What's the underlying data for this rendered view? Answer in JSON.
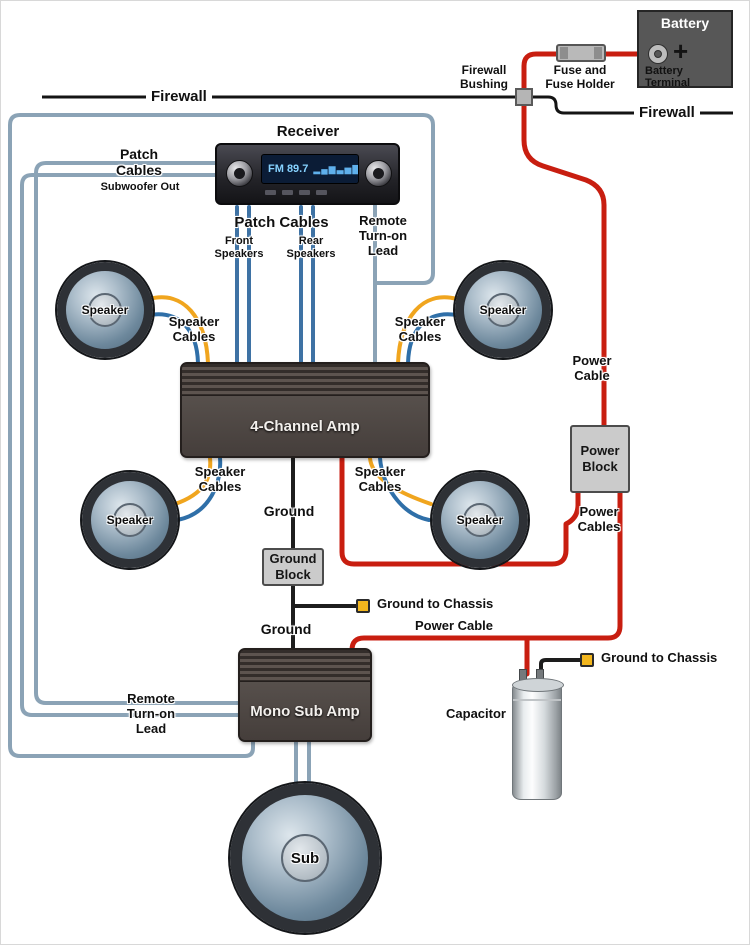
{
  "colors": {
    "power_wire": "#c81e10",
    "remote_wire": "#8ba3b6",
    "patch_wire": "#3e72a4",
    "speaker_wire_yellow": "#f0a51e",
    "speaker_wire_blue": "#2f6fa8",
    "ground_wire": "#1d1d1d",
    "firewall_line": "#141414"
  },
  "battery": {
    "title": "Battery",
    "plus": "+",
    "terminal_label": "Battery\nTerminal"
  },
  "fuse": {
    "label": "Fuse and\nFuse Holder"
  },
  "firewall": {
    "left_label": "Firewall",
    "right_label": "Firewall",
    "bushing_label": "Firewall\nBushing"
  },
  "receiver": {
    "title": "Receiver",
    "display_text": "FM 89.7",
    "equalizer_icon": "▂▄▆▃▅▇▄",
    "patch_out_label": "Patch\nCables",
    "patch_out_sub_label": "Subwoofer Out",
    "patch_main_label": "Patch Cables",
    "front_label": "Front\nSpeakers",
    "rear_label": "Rear\nSpeakers",
    "remote_label": "Remote\nTurn-on\nLead"
  },
  "speakers": {
    "front_left": "Speaker",
    "front_right": "Speaker",
    "rear_left": "Speaker",
    "rear_right": "Speaker",
    "cables_label": "Speaker\nCables"
  },
  "amp_four_channel": {
    "label": "4-Channel Amp"
  },
  "power": {
    "cable_label": "Power\nCable",
    "block_label": "Power\nBlock",
    "cables_label": "Power\nCables",
    "bottom_cable_label": "Power Cable"
  },
  "ground": {
    "upper_label": "Ground",
    "block_label": "Ground\nBlock",
    "chassis_label_upper": "Ground to Chassis",
    "lower_label": "Ground",
    "chassis_label_capacitor": "Ground to Chassis"
  },
  "amp_mono_sub": {
    "label": "Mono Sub Amp",
    "remote_label": "Remote\nTurn-on\nLead"
  },
  "capacitor": {
    "label": "Capacitor"
  },
  "subwoofer": {
    "label": "Sub"
  }
}
